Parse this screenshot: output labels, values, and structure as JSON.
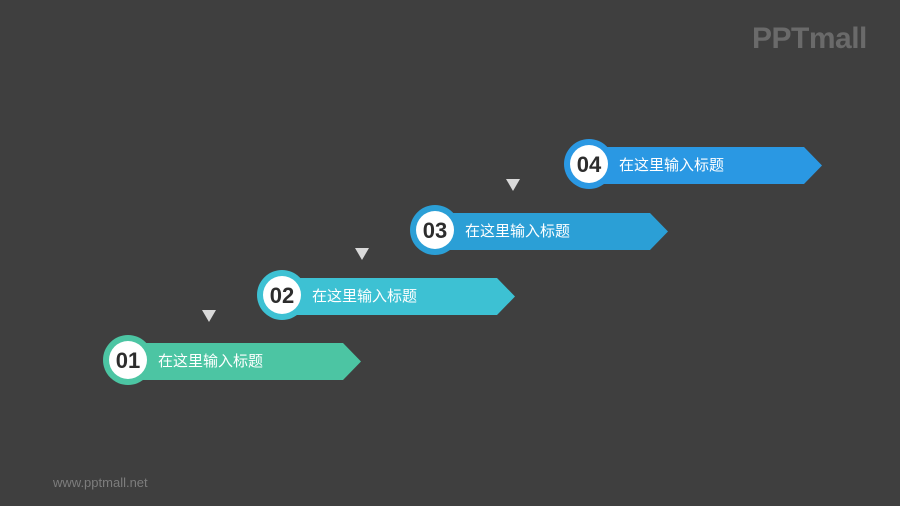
{
  "watermark": {
    "logo": "PPTmall",
    "url": "www.pptmall.net"
  },
  "steps": [
    {
      "number": "01",
      "label": "在这里输入标题",
      "color": "#4cc5a3"
    },
    {
      "number": "02",
      "label": "在这里输入标题",
      "color": "#3dc1d3"
    },
    {
      "number": "03",
      "label": "在这里输入标题",
      "color": "#2b9fd6"
    },
    {
      "number": "04",
      "label": "在这里输入标题",
      "color": "#2a98e3"
    }
  ],
  "connectors": [
    {
      "shape": "down-triangle",
      "color": "#d9d9d9"
    },
    {
      "shape": "down-triangle",
      "color": "#d9d9d9"
    },
    {
      "shape": "down-triangle",
      "color": "#d9d9d9"
    }
  ]
}
